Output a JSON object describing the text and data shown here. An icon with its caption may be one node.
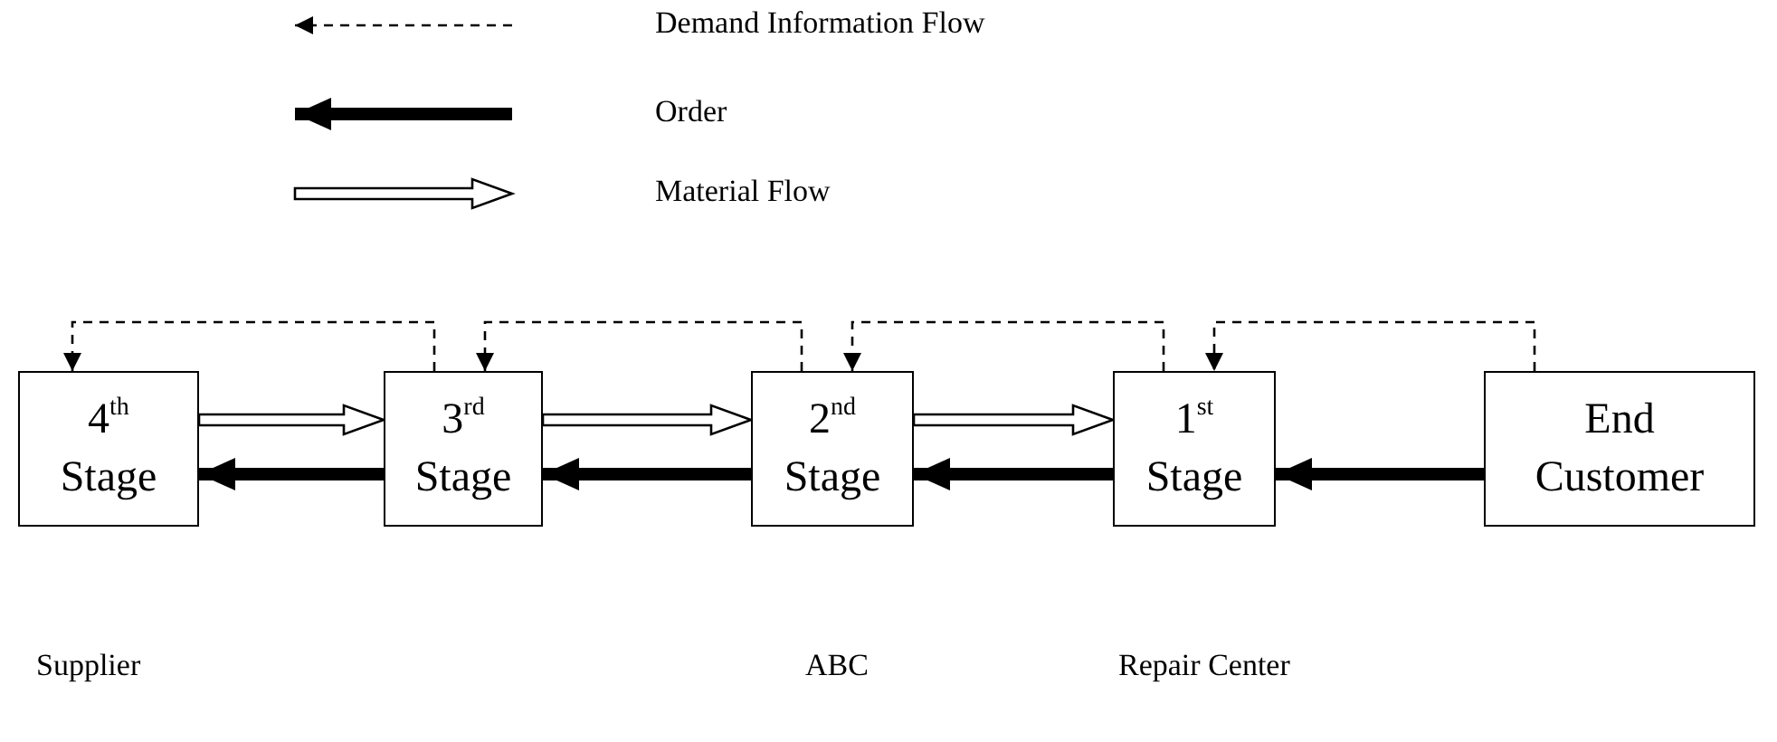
{
  "diagram": {
    "nodes": [
      {
        "text": [
          "4$^{th}$ Stage"
        ]
      },
      {
        "text": [
          "3$^{rd}$ Stage"
        ]
      },
      {
        "text": [
          "2$^{nd}$ Stage"
        ]
      },
      {
        "text": [
          "1$^{st}$ Stage"
        ]
      },
      {
        "text": [
          "End Customer"
        ]
      }
    ],
    "edges": [
      {
        "from": 1,
        "to": 0,
        "arrow": "to",
        "style": "dashed"
      },
      {
        "from": 2,
        "to": 1,
        "arrow": "to",
        "style": "dashed"
      },
      {
        "from": 3,
        "to": 2,
        "arrow": "to",
        "style": "dashed"
      },
      {
        "from": 4,
        "to": 3,
        "arrow": "to",
        "style": "dashed"
      },
      {
        "from": 0,
        "to": 1,
        "arrow": "to"
      },
      {
        "from": 1,
        "to": 2,
        "arrow": "to"
      },
      {
        "from": 2,
        "to": 3,
        "arrow": "to"
      },
      {
        "from": 4,
        "to": 3,
        "arrow": "to",
        "style": "thick"
      },
      {
        "from": 3,
        "to": 2,
        "arrow": "to",
        "style": "thick"
      },
      {
        "from": 2,
        "to": 1,
        "arrow": "to",
        "style": "thick"
      },
      {
        "from": 1,
        "to": 0,
        "arrow": "to",
        "style": "thick"
      }
    ],
    "labels": [
      "Supplier",
      "ABC",
      "Repair Center"
    ],
    "legend": [
      {
        "text": "Demand Information Flow"
      },
      {
        "text": "Order"
      },
      {
        "text": "Material Flow"
      }
    ]
  }
}
